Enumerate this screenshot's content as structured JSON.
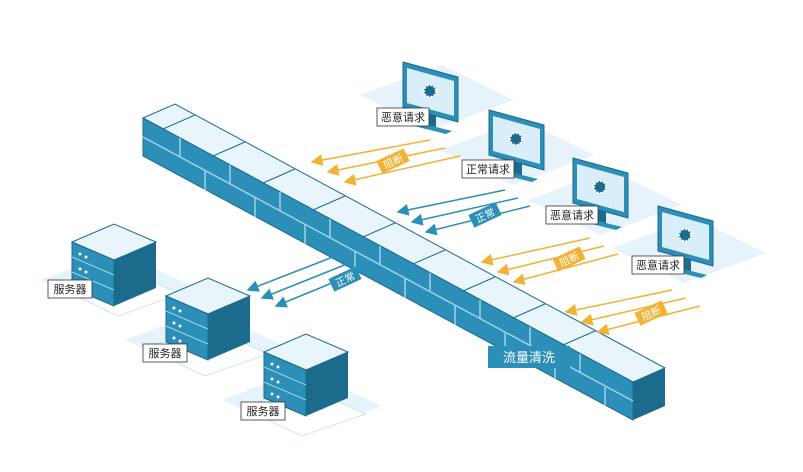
{
  "colors": {
    "accent": "#2b8fb8",
    "dark": "#1c6a8c",
    "light": "#d9eef8",
    "floor": "#e6f3fa",
    "arrow_malicious": "#f2b233",
    "arrow_normal": "#2b8fb8",
    "label_bg": "#2b8fb8",
    "label_text": "#ffffff"
  },
  "icons": {
    "client": "monitor-icon",
    "gear": "gear-icon",
    "server": "server-rack-icon"
  },
  "labels": {
    "malicious_request": "恶意请求",
    "normal_request": "正常请求",
    "server": "服务器",
    "traffic_cleaning": "流量清洗",
    "blocked": "阻断",
    "allowed": "正常"
  },
  "clients": [
    {
      "id": "c1",
      "label": "恶意请求",
      "type": "malicious"
    },
    {
      "id": "c2",
      "label": "正常请求",
      "type": "normal"
    },
    {
      "id": "c3",
      "label": "恶意请求",
      "type": "malicious"
    },
    {
      "id": "c4",
      "label": "恶意请求",
      "type": "malicious"
    }
  ],
  "servers": [
    {
      "id": "s1",
      "label": "服务器"
    },
    {
      "id": "s2",
      "label": "服务器"
    },
    {
      "id": "s3",
      "label": "服务器"
    }
  ]
}
